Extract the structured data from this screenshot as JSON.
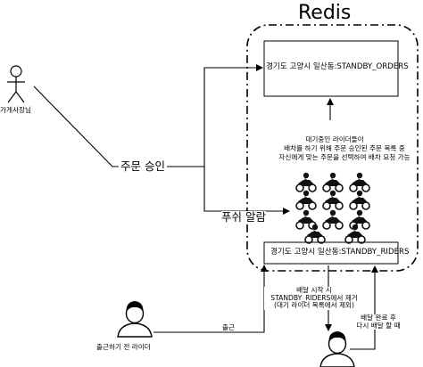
{
  "redis": {
    "title": "Redis"
  },
  "actors": {
    "owner": "가게사장님",
    "rider_before": "출근하기 전 라이더"
  },
  "boxes": {
    "standby_orders": "경기도 고양시 일산동:STANDBY_ORDERS",
    "standby_riders": "경기도 고양시 일산동:STANDBY_RIDERS"
  },
  "labels": {
    "order_approve": "주문 승인",
    "push_alarm": "푸쉬 알람",
    "waiting_riders": [
      "대기중인 라이더들이",
      "배차를 하기 위해 주문 승인된 주문 목록 중",
      "자신에게 맞는 주문을 선택하여 배차 요청 가능"
    ],
    "clock_in": "출근",
    "delivery_start": [
      "배달 시작 시",
      "STANDBY_RIDERS에서 제거",
      "(대기 라이더 목록에서 제외)"
    ],
    "delivery_done": [
      "배달 완료 후",
      "다시 배달 할 때"
    ]
  }
}
